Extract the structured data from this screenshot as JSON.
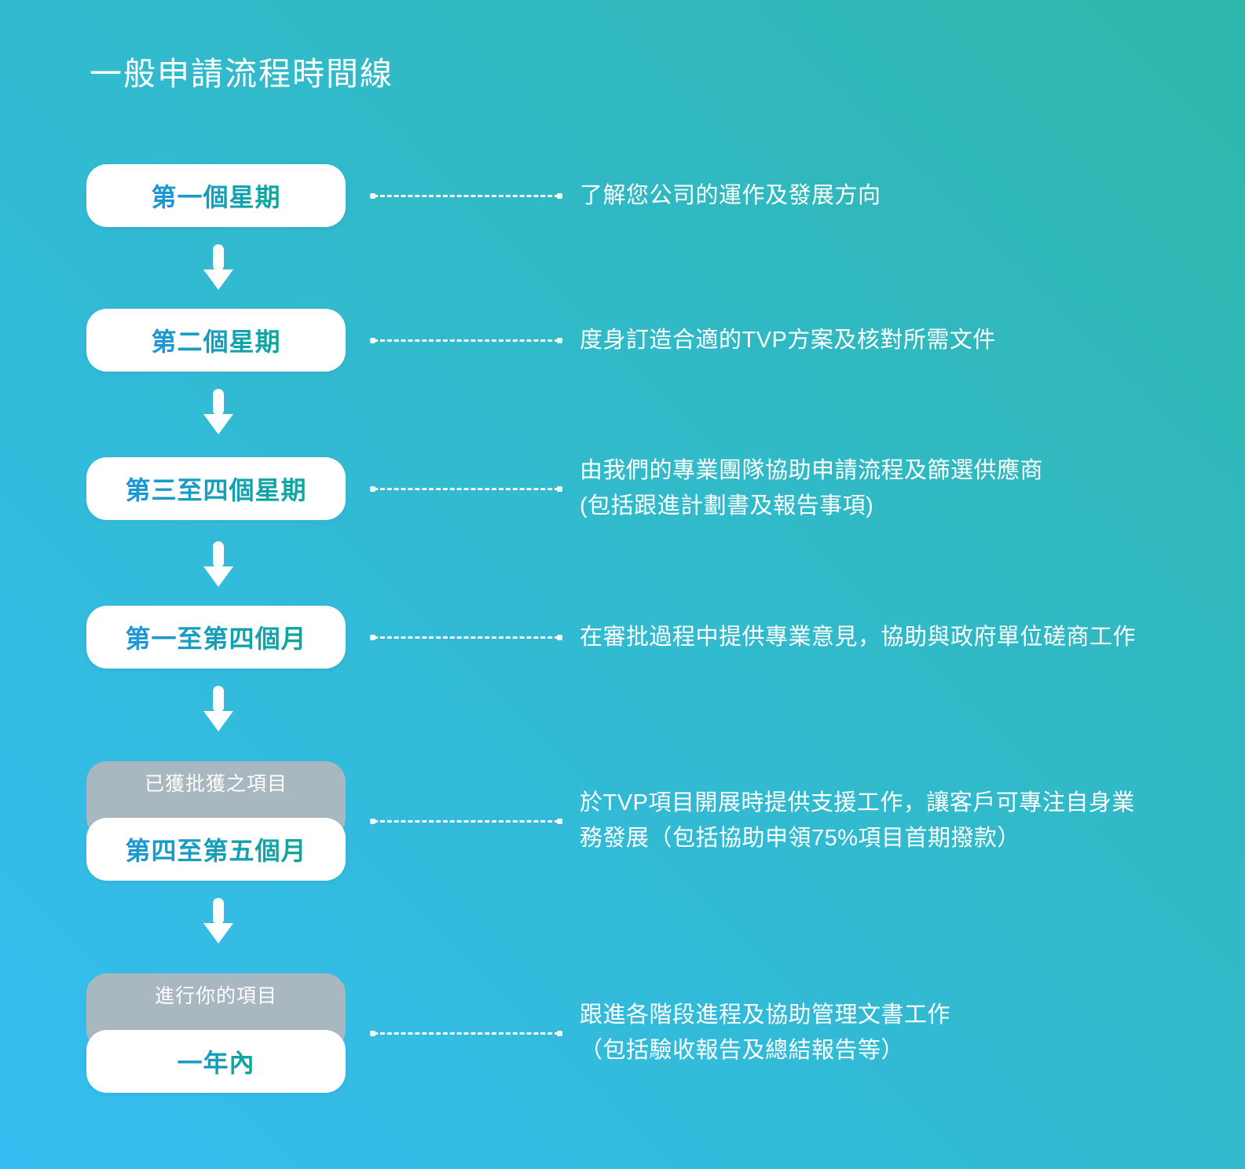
{
  "title": "一般申請流程時間線",
  "colors": {
    "background_gradient_start": "#35bdf2",
    "background_gradient_end": "#2eb7ab",
    "pill_background": "#ffffff",
    "pill_text_gradient_start": "#1f96d8",
    "pill_text_gradient_end": "#0ba89a",
    "gray_tab_background": "#a9b7c0",
    "description_text": "#ffffff",
    "arrow": "#ffffff"
  },
  "steps": [
    {
      "label": "第一個星期",
      "description": "了解您公司的運作及發展方向"
    },
    {
      "label": "第二個星期",
      "description": "度身訂造合適的TVP方案及核對所需文件"
    },
    {
      "label": "第三至四個星期",
      "description": "由我們的專業團隊協助申請流程及篩選供應商\n(包括跟進計劃書及報告事項)"
    },
    {
      "label": "第一至第四個月",
      "description": "在審批過程中提供專業意見，協助與政府單位磋商工作"
    },
    {
      "tag": "已獲批獲之項目",
      "label": "第四至第五個月",
      "description": "於TVP項目開展時提供支援工作，讓客戶可專注自身業\n務發展（包括協助申領75%項目首期撥款）"
    },
    {
      "tag": "進行你的項目",
      "label": "一年內",
      "description": "跟進各階段進程及協助管理文書工作\n（包括驗收報告及總結報告等）"
    }
  ]
}
